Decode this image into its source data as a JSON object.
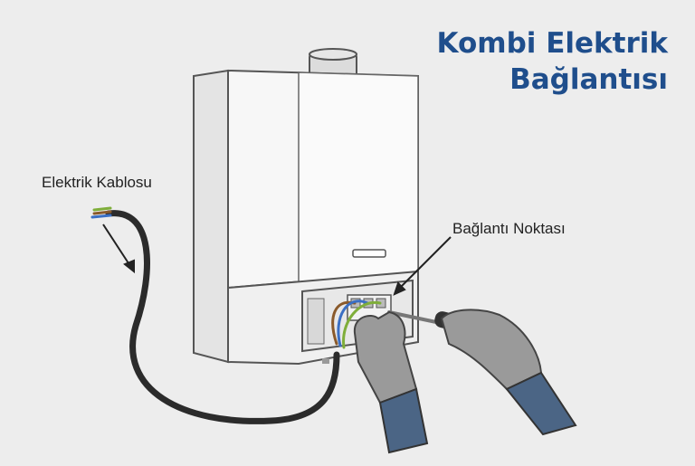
{
  "title": {
    "line1": "Kombi Elektrik",
    "line2": "Bağlantısı",
    "color": "#1f4e8c"
  },
  "labels": {
    "cable": "Elektrik Kablosu",
    "connection_point": "Bağlantı Noktası"
  },
  "colors": {
    "background": "#ededed",
    "boiler_body": "#f7f7f7",
    "cable": "#2b2b2b",
    "glove": "#9a9a9a",
    "sleeve": "#4b6585",
    "wire_brown": "#8a5a2b",
    "wire_blue": "#3a6fc4",
    "wire_green_yellow": "#7fae3a",
    "screwdriver_handle": "#333333"
  },
  "icons": [
    "boiler-illustration",
    "power-cable",
    "terminal-block",
    "screwdriver",
    "gloved-hands"
  ]
}
